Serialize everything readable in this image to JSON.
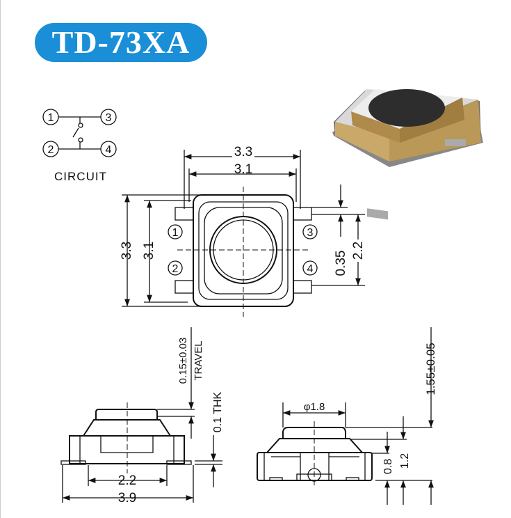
{
  "title": "TD-73XA",
  "circuit": {
    "label": "CIRCUIT",
    "pins": [
      "1",
      "3",
      "2",
      "4"
    ]
  },
  "top_view": {
    "dim_width_outer": "3.3",
    "dim_width_inner": "3.1",
    "dim_height_outer": "3.3",
    "dim_height_inner": "3.1",
    "dim_pad": "0.35",
    "dim_pitch": "2.2",
    "pins": [
      "1",
      "3",
      "2",
      "4"
    ]
  },
  "side_view_left": {
    "travel": "0.15±0.03",
    "travel_label": "TRAVEL",
    "thickness": "0.1 THK",
    "dim_inner": "2.2",
    "dim_outer": "3.9"
  },
  "side_view_right": {
    "diameter": "φ1.8",
    "height_total": "1.55±0.05",
    "dim_body": "0.8",
    "dim_mid": "1.2"
  }
}
